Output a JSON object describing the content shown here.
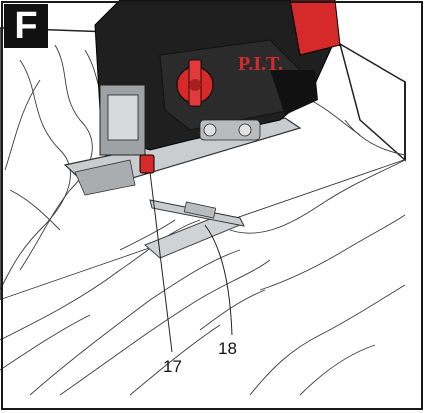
{
  "figure": {
    "panel_label": "F",
    "brand_text": "P.I.T.",
    "callouts": [
      "17",
      "18"
    ]
  },
  "colors": {
    "brand_red": "#d62a2a",
    "body_black": "#1f1f1f",
    "metal_grey": "#b9bcbf",
    "line": "#222222"
  },
  "icons": [
    "jigsaw-illustration",
    "wood-grain-lines"
  ]
}
